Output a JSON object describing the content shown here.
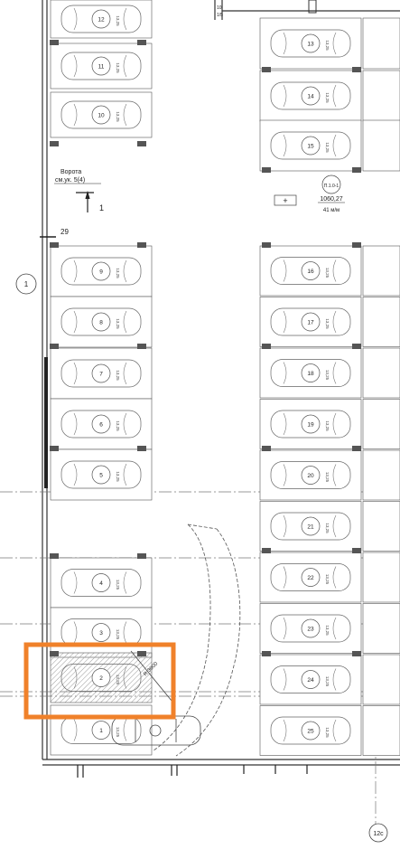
{
  "colors": {
    "line": "#555555",
    "wall": "#222222",
    "column": "#555555",
    "highlight": "#f0812a",
    "hatch": "#9a9a9a",
    "axis": "#777777"
  },
  "left_top_spaces": [
    {
      "number": "12",
      "area": "13,25"
    },
    {
      "number": "11",
      "area": "13,25"
    },
    {
      "number": "10",
      "area": "13,25"
    }
  ],
  "left_mid_spaces": [
    {
      "number": "9",
      "area": "13,25"
    },
    {
      "number": "8",
      "area": "13,25"
    },
    {
      "number": "7",
      "area": "13,25"
    },
    {
      "number": "6",
      "area": "13,25"
    },
    {
      "number": "5",
      "area": "13,25"
    }
  ],
  "left_bottom_spaces": [
    {
      "number": "4",
      "area": "13,25"
    },
    {
      "number": "3",
      "area": "13,25"
    },
    {
      "number": "2",
      "area": "13,25"
    },
    {
      "number": "1",
      "area": "13,25"
    }
  ],
  "right_top_spaces": [
    {
      "number": "13",
      "area": "13,25"
    },
    {
      "number": "14",
      "area": "13,25"
    },
    {
      "number": "15",
      "area": "13,25"
    }
  ],
  "right_main_spaces": [
    {
      "number": "16",
      "area": "13,25"
    },
    {
      "number": "17",
      "area": "13,25"
    },
    {
      "number": "18",
      "area": "13,25"
    },
    {
      "number": "19",
      "area": "13,25"
    },
    {
      "number": "20",
      "area": "13,25"
    },
    {
      "number": "21",
      "area": "13,25"
    },
    {
      "number": "22",
      "area": "13,25"
    },
    {
      "number": "23",
      "area": "13,25"
    },
    {
      "number": "24",
      "area": "13,25"
    },
    {
      "number": "25",
      "area": "13,25"
    }
  ],
  "gate": {
    "label": "Ворота",
    "ref": "см.ук. 5(4)",
    "section": "1"
  },
  "dimension": "29",
  "axis_left": "1",
  "axis_bottom": "12с",
  "room": {
    "tag": "П.1.0-1",
    "area": "1060,27",
    "unit_count": "41 м/м"
  },
  "radius_label": "R 3000",
  "highlighted_space": "2",
  "top_marks": [
    "10",
    "1/5"
  ]
}
